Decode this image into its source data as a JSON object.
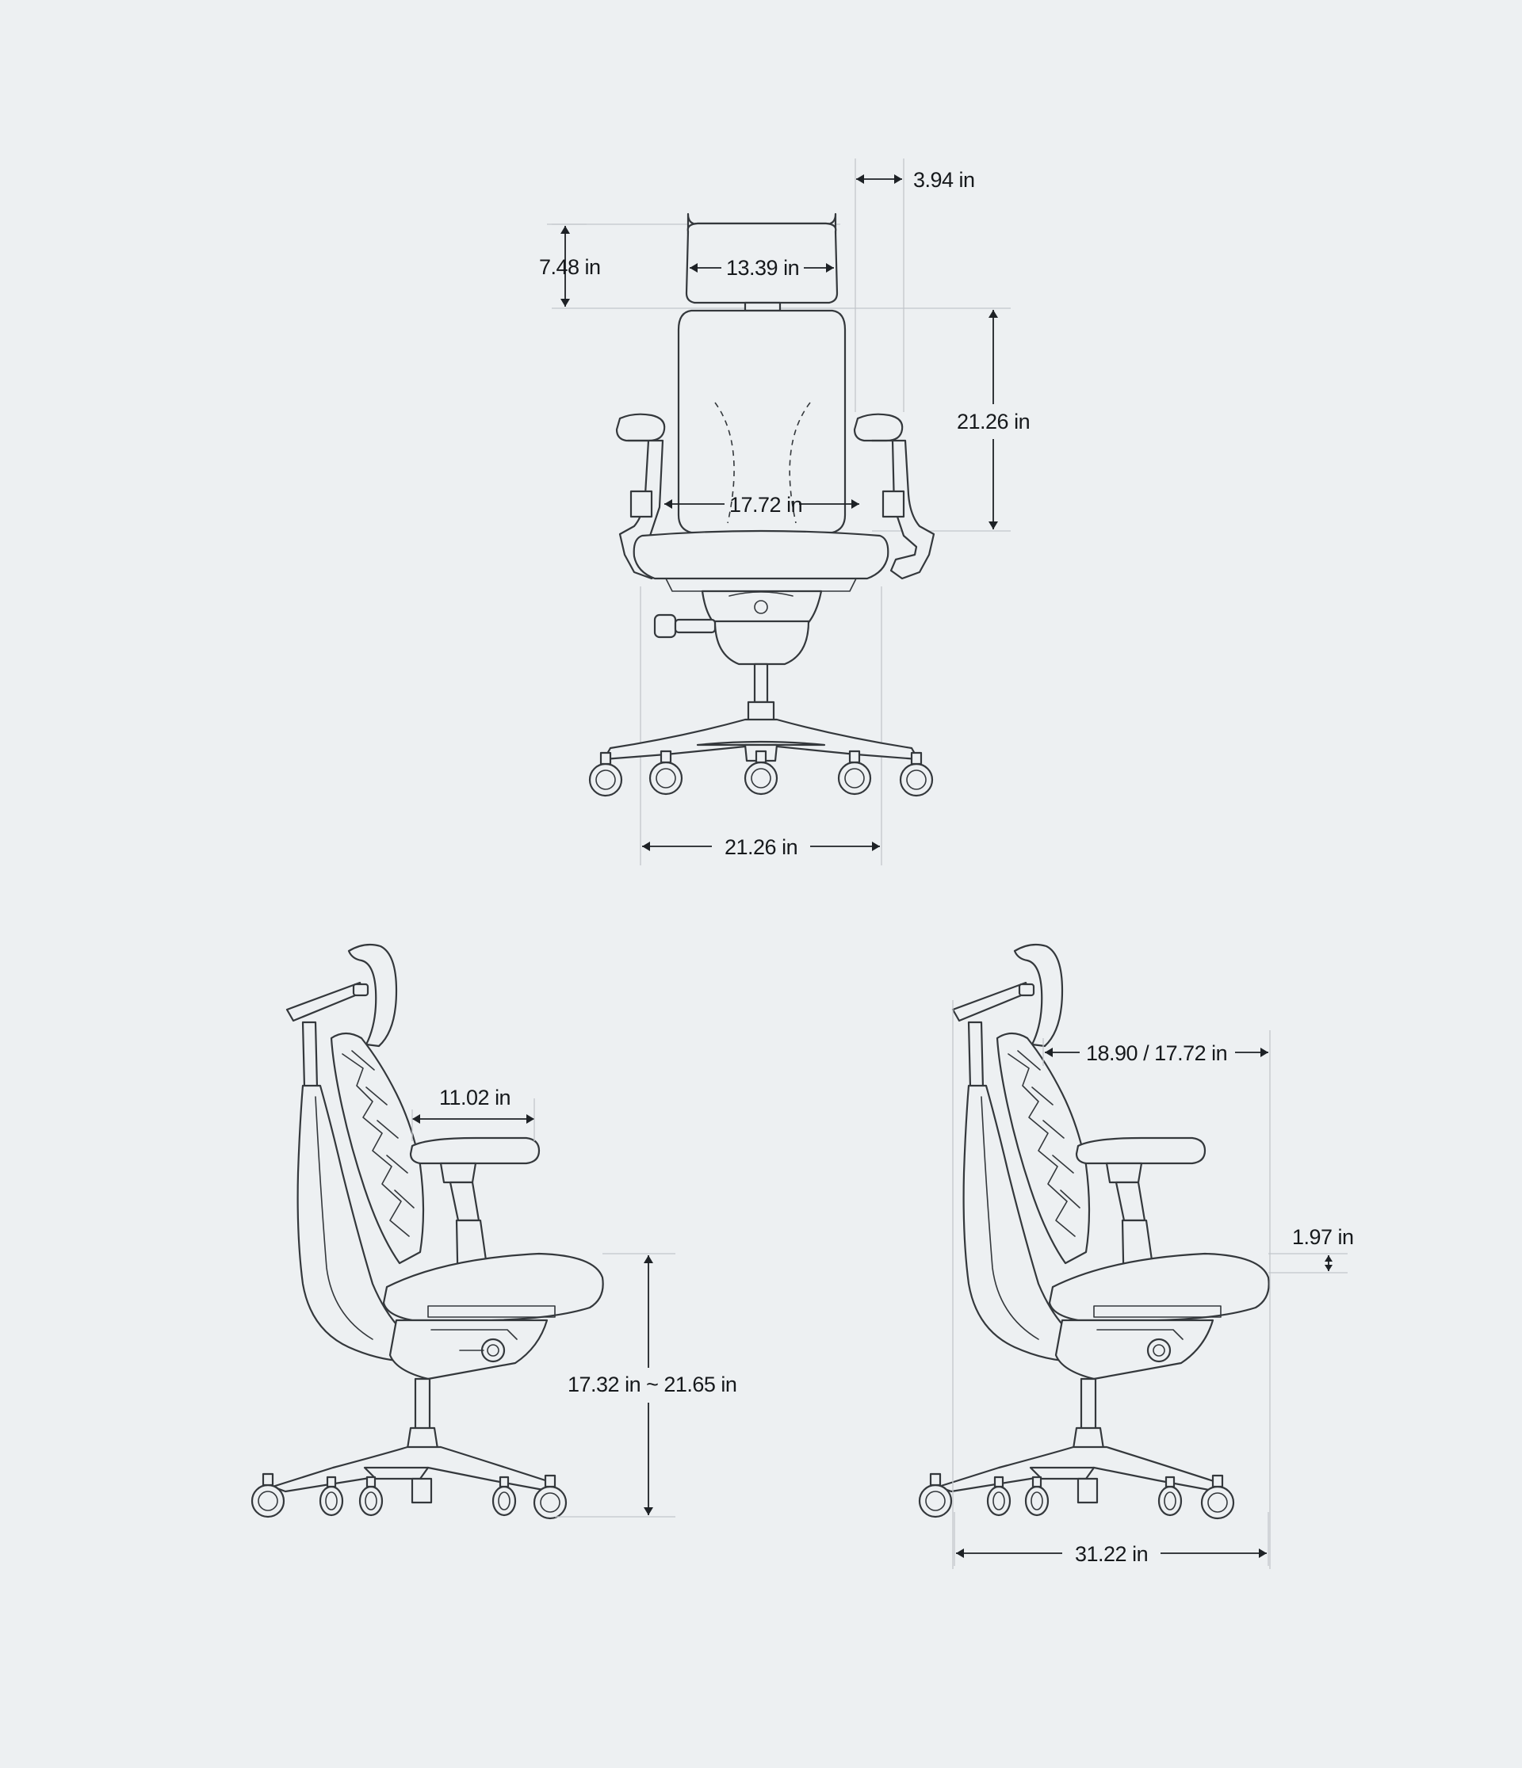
{
  "dimensions": {
    "front": {
      "headrest_offset": "3.94 in",
      "headrest_height": "7.48 in",
      "headrest_width": "13.39 in",
      "back_height": "21.26 in",
      "back_width": "17.72 in",
      "base_width": "21.26 in"
    },
    "side_left": {
      "armrest_length": "11.02 in",
      "seat_height": "17.32 in ~ 21.65 in"
    },
    "side_right": {
      "seat_depth": "18.90 / 17.72 in",
      "seat_slide": "1.97 in",
      "overall_depth": "31.22 in"
    }
  },
  "colors": {
    "background": "#edf0f2",
    "line": "#34383c",
    "dimension": "#1e2226"
  }
}
